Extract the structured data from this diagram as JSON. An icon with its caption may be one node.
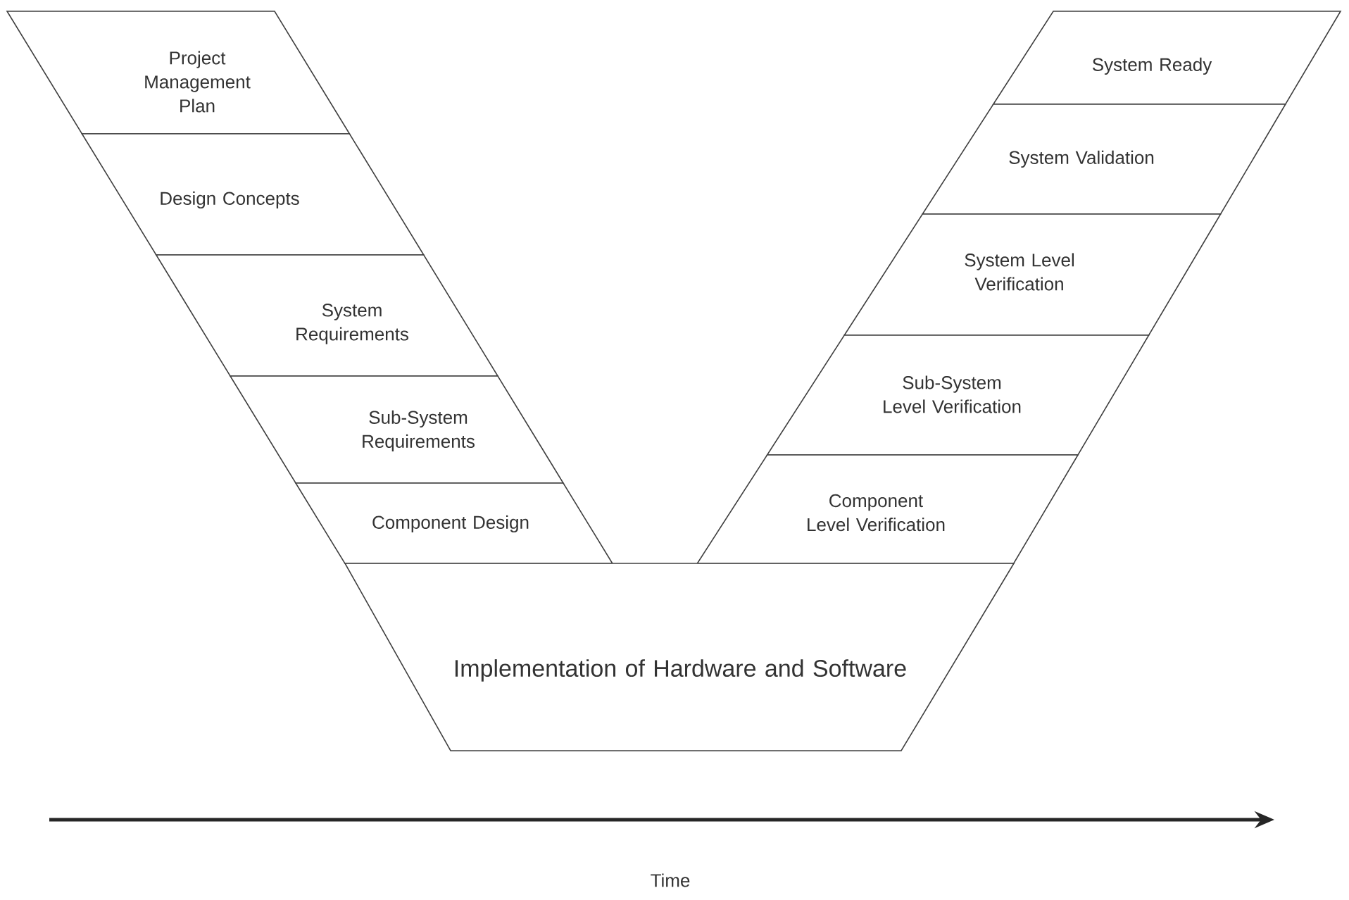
{
  "diagram": {
    "nodes": [
      {
        "text": [
          "Project Management Plan"
        ]
      },
      {
        "text": [
          "Design Concepts"
        ]
      },
      {
        "text": [
          "System Requirements"
        ]
      },
      {
        "text": [
          "Sub-System Requirements"
        ]
      },
      {
        "text": [
          "Component Design"
        ]
      },
      {
        "text": [
          "System Ready"
        ]
      },
      {
        "text": [
          "System Validation"
        ]
      },
      {
        "text": [
          "System Level Verification"
        ]
      },
      {
        "text": [
          "Sub-System Level Verification"
        ]
      },
      {
        "text": [
          "Component Level Verification"
        ]
      },
      {
        "text": [
          "Implementation of Hardware and Software"
        ]
      }
    ],
    "labels": [
      "Time"
    ]
  }
}
